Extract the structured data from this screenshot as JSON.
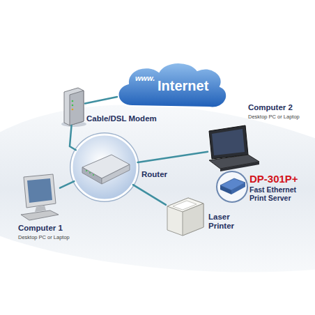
{
  "diagram": {
    "nodes": [
      {
        "text": [
          "www.",
          "Internet"
        ]
      },
      {
        "text": [
          "Cable/DSL Modem"
        ]
      },
      {
        "text": [
          "Computer 2",
          "Desktop PC or Laptop"
        ]
      },
      {
        "text": [
          "Router"
        ]
      },
      {
        "text": [
          "DP-301P+",
          "Fast Ethernet Print Server"
        ]
      },
      {
        "text": [
          "Laser Printer"
        ]
      },
      {
        "text": [
          "Computer 1",
          "Desktop PC or Laptop"
        ]
      }
    ],
    "edges": [
      {
        "from": 1,
        "to": 0,
        "arrow": "none"
      },
      {
        "from": 1,
        "to": 3,
        "arrow": "none"
      },
      {
        "from": 3,
        "to": 2,
        "arrow": "none"
      },
      {
        "from": 3,
        "to": 5,
        "arrow": "none"
      },
      {
        "from": 3,
        "to": 6,
        "arrow": "none"
      }
    ]
  }
}
